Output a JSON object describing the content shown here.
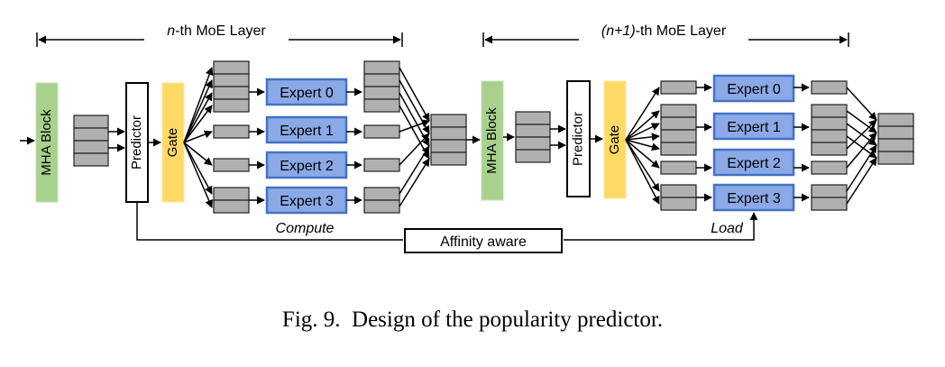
{
  "layer1": {
    "prefix": "n",
    "suffix": "-th MoE Layer"
  },
  "layer2": {
    "prefix": "(n+1)",
    "suffix": "-th MoE Layer"
  },
  "mha_label": "MHA Block",
  "predictor_label": "Predictor",
  "gate_label": "Gate",
  "experts": [
    "Expert 0",
    "Expert 1",
    "Expert 2",
    "Expert 3"
  ],
  "compute_label": "Compute",
  "load_label": "Load",
  "affinity_label": "Affinity aware",
  "caption": "Fig. 9.  Design of the popularity predictor.",
  "colors": {
    "mha": "#a9d18e",
    "gate": "#ffd966",
    "expert_fill": "#8aa9e6",
    "expert_border": "#4472c4",
    "token": "#b0b0b0"
  }
}
